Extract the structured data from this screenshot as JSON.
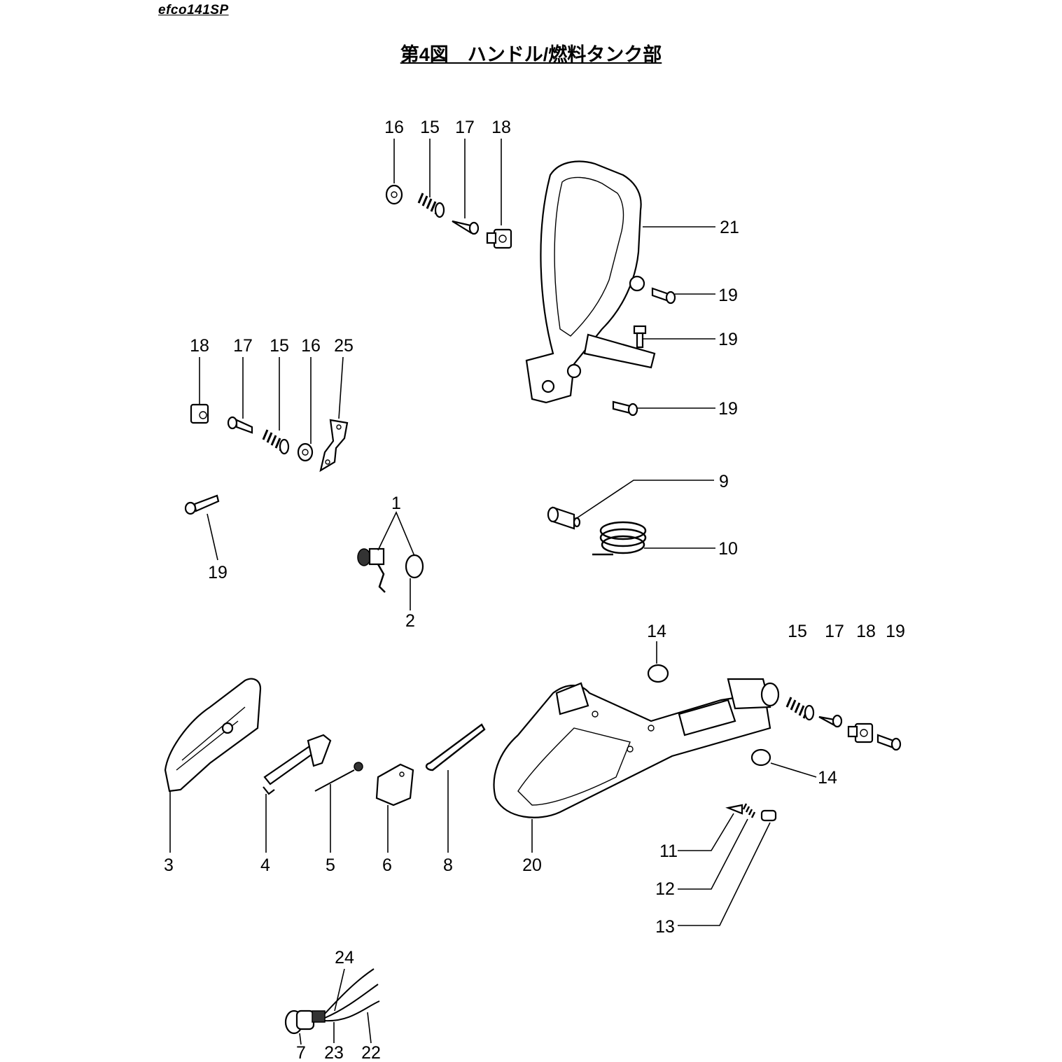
{
  "header": {
    "model": "efco141SP",
    "title": "第4図　ハンドル/燃料タンク部"
  },
  "callouts": [
    "16",
    "15",
    "17",
    "18",
    "21",
    "19",
    "19",
    "18",
    "17",
    "15",
    "16",
    "25",
    "19",
    "19",
    "9",
    "1",
    "10",
    "2",
    "14",
    "15",
    "17",
    "18",
    "19",
    "14",
    "3",
    "4",
    "5",
    "6",
    "8",
    "20",
    "11",
    "12",
    "13",
    "24",
    "7",
    "23",
    "22"
  ]
}
